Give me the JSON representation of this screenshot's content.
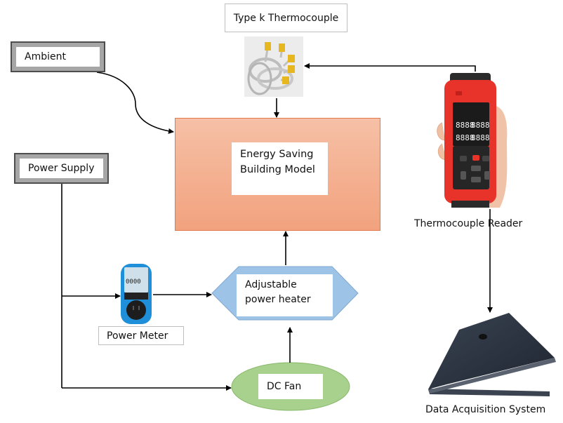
{
  "diagram": {
    "nodes": {
      "ambient": {
        "label": "Ambient"
      },
      "power_supply": {
        "label": "Power Supply"
      },
      "thermocouple": {
        "label": "Type k Thermocouple",
        "icon": "thermocouple-probes-icon"
      },
      "building_model": {
        "line1": "Energy Saving",
        "line2": "Building Model"
      },
      "thermocouple_reader": {
        "label": "Thermocouple Reader",
        "icon": "handheld-thermometer-icon"
      },
      "power_meter": {
        "label": "Power Meter",
        "icon": "plug-in-power-meter-icon"
      },
      "heater": {
        "line1": "Adjustable",
        "line2": "power heater"
      },
      "dc_fan": {
        "label": "DC Fan"
      },
      "data_acquisition": {
        "label": "Data Acquisition System",
        "icon": "laptop-icon"
      }
    },
    "edges": [
      {
        "from": "Ambient",
        "to": "Energy Saving Building Model"
      },
      {
        "from": "Thermocouple Reader",
        "to": "Type k Thermocouple"
      },
      {
        "from": "Type k Thermocouple",
        "to": "Energy Saving Building Model"
      },
      {
        "from": "Thermocouple Reader",
        "to": "Data Acquisition System"
      },
      {
        "from": "Power Supply",
        "to": "Power Meter"
      },
      {
        "from": "Power Supply",
        "to": "DC Fan"
      },
      {
        "from": "Power Meter",
        "to": "Adjustable power heater"
      },
      {
        "from": "DC Fan",
        "to": "Adjustable power heater"
      },
      {
        "from": "Adjustable power heater",
        "to": "Energy Saving Building Model"
      }
    ],
    "colors": {
      "building_fill": "#f4b093",
      "heater_fill": "#9dc3e6",
      "fan_fill": "#a9d18e",
      "frame_gray": "#a6a6a6",
      "reader_red": "#e8332a",
      "laptop_navy": "#2b3340",
      "meter_blue": "#1e8fd8"
    }
  }
}
